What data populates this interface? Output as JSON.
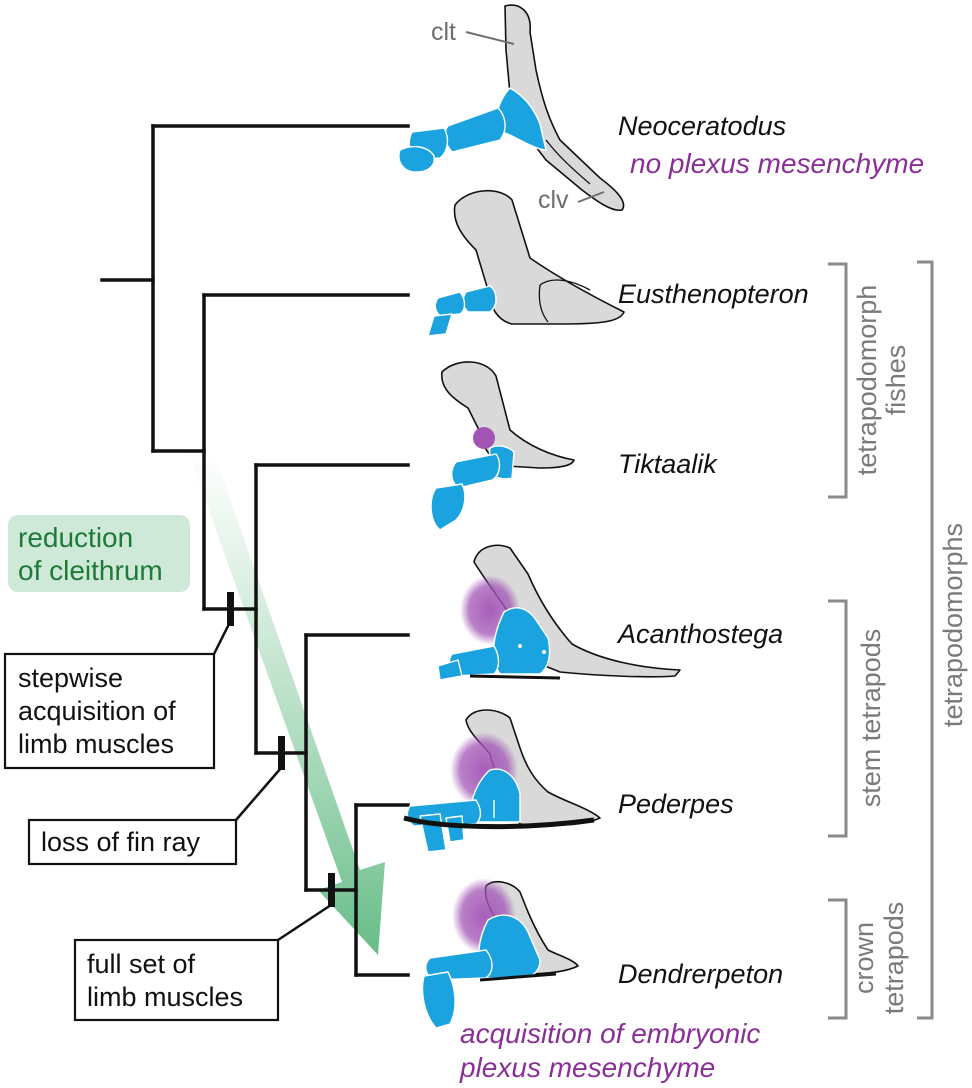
{
  "taxa": {
    "neoceratodus": "Neoceratodus",
    "eusthenopteron": "Eusthenopteron",
    "tiktaalik": "Tiktaalik",
    "acanthostega": "Acanthostega",
    "pederpes": "Pederpes",
    "dendrerpeton": "Dendrerpeton"
  },
  "bone_labels": {
    "clt": "clt",
    "clv": "clv"
  },
  "notes": {
    "no_plexus": "no plexus mesenchyme",
    "acquisition_line1": "acquisition of embryonic",
    "acquisition_line2": "plexus mesenchyme"
  },
  "trend": {
    "line1": "reduction",
    "line2": "of cleithrum"
  },
  "events": {
    "stepwise_line1": "stepwise",
    "stepwise_line2": "acquisition of",
    "stepwise_line3": "limb muscles",
    "fin_ray": "loss of fin ray",
    "fullset_line1": "full set of",
    "fullset_line2": "limb muscles"
  },
  "groups": {
    "tetrapodomorph_fishes_line1": "tetrapodomorph",
    "tetrapodomorph_fishes_line2": "fishes",
    "stem_tetrapods": "stem tetrapods",
    "crown_tetrapods_line1": "crown",
    "crown_tetrapods_line2": "tetrapods",
    "tetrapodomorphs": "tetrapodomorphs"
  },
  "colors": {
    "muscle_blue": "#1aa3de",
    "bone_grey": "#d9d9d9",
    "plexus_purple": "#a255b5",
    "trend_green": "#7cc796",
    "label_purple": "#8a2f98",
    "label_green": "#1f7a3a"
  }
}
